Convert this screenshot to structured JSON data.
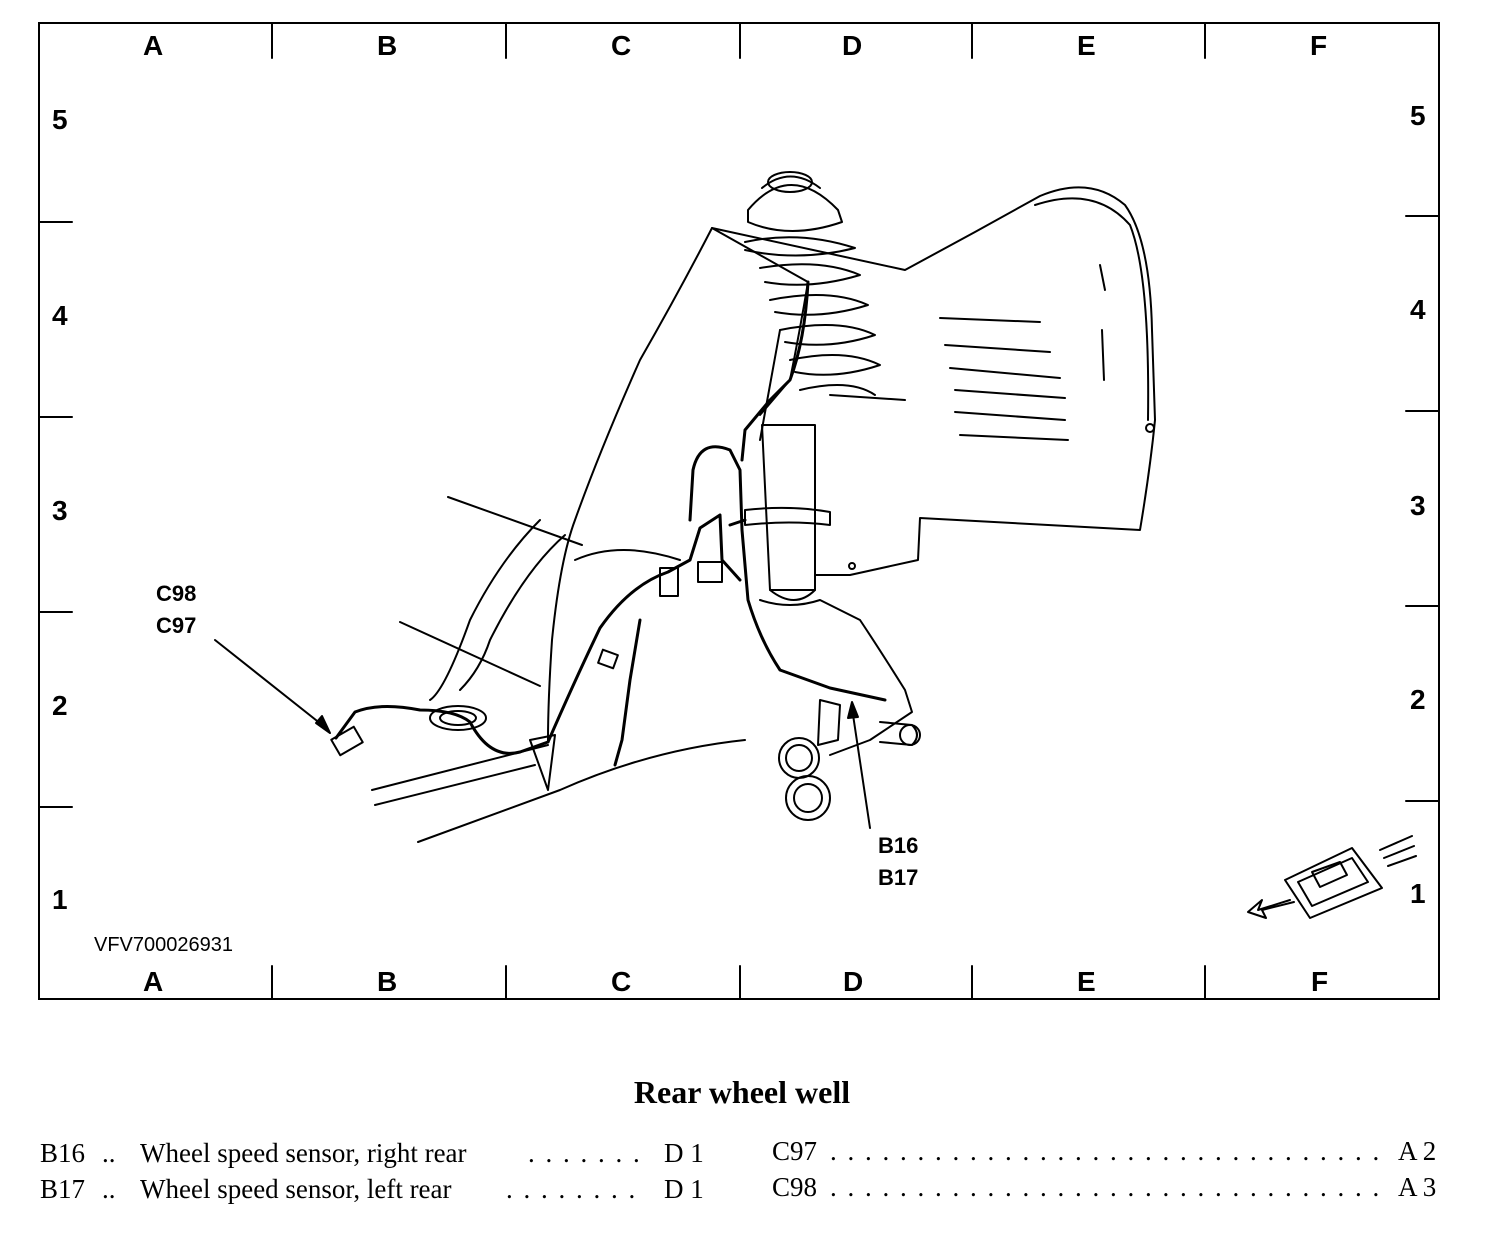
{
  "grid": {
    "columns": [
      "A",
      "B",
      "C",
      "D",
      "E",
      "F"
    ],
    "rows": [
      "5",
      "4",
      "3",
      "2",
      "1"
    ]
  },
  "callouts": {
    "connectors": [
      "C98",
      "C97"
    ],
    "sensors": [
      "B16",
      "B17"
    ]
  },
  "drawing_code": "VFV700026931",
  "caption": "Rear wheel well",
  "legend": [
    {
      "code": "B16",
      "sep": "..",
      "description": "Wheel speed sensor, right rear",
      "location": "D 1"
    },
    {
      "code": "B17",
      "sep": "..",
      "description": "Wheel speed sensor, left rear",
      "location": "D 1"
    },
    {
      "code": "C97",
      "sep": "",
      "description": "",
      "location": "A 2"
    },
    {
      "code": "C98",
      "sep": "",
      "description": "",
      "location": "A 3"
    }
  ]
}
